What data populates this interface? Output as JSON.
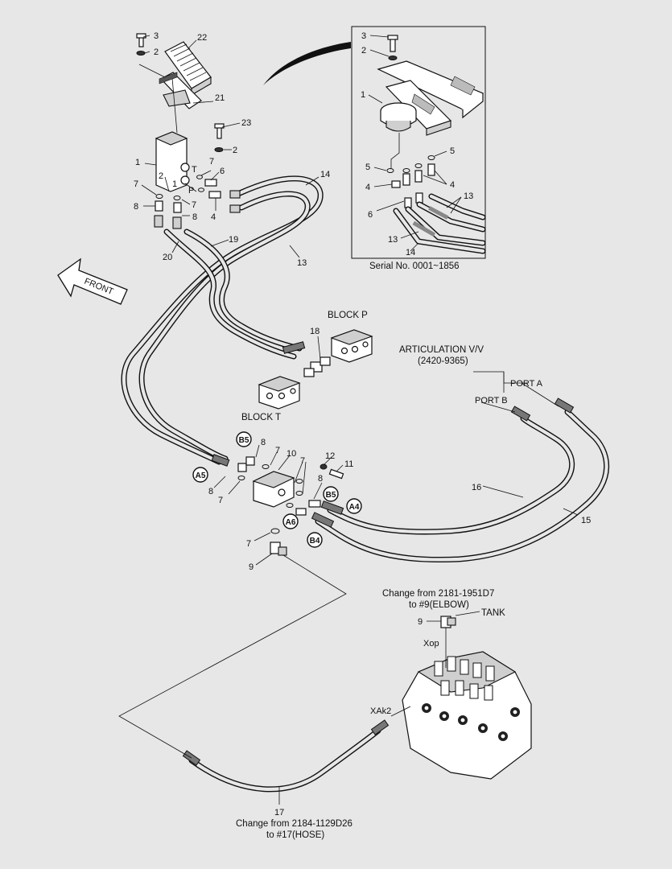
{
  "detail": {
    "caption": "Serial No. 0001~1856",
    "labels": [
      "3",
      "2",
      "1",
      "5",
      "5",
      "4",
      "4",
      "6",
      "13",
      "13",
      "14"
    ]
  },
  "blocks": {
    "block_p": "BLOCK P",
    "block_t": "BLOCK T",
    "port_t": "T",
    "port_p": "P"
  },
  "articulation": {
    "title": "ARTICULATION V/V",
    "part_no": "(2420-9365)",
    "port_a": "PORT A",
    "port_b": "PORT B"
  },
  "front": "FRONT",
  "callouts": {
    "c3": "3",
    "c2a": "2",
    "c22": "22",
    "c21": "21",
    "c23": "23",
    "c2b": "2",
    "c1a": "1",
    "c2c": "2",
    "c7a": "7",
    "c6": "6",
    "c1b": "1",
    "c7b": "7",
    "c7c": "7",
    "c8a": "8",
    "c8b": "8",
    "c4": "4",
    "c14": "14",
    "c19": "19",
    "c20": "20",
    "c13": "13",
    "c18": "18",
    "c8c": "8",
    "c7d": "7",
    "c10": "10",
    "c12": "12",
    "c11": "11",
    "c7e": "7",
    "c8d": "8",
    "c8e": "8",
    "c7f": "7",
    "c16": "16",
    "c15": "15",
    "c7g": "7",
    "c9a": "9",
    "c9b": "9",
    "c17": "17"
  },
  "circled": {
    "b5a": "B5",
    "a5": "A5",
    "b5b": "B5",
    "a4": "A4",
    "a6": "A6",
    "b4": "B4"
  },
  "control_valve": {
    "change_elbow_1": "Change from 2181-1951D7",
    "change_elbow_2": "to #9(ELBOW)",
    "tank": "TANK",
    "xop": "Xop",
    "xak2": "XAk2"
  },
  "hose_note": {
    "line1": "Change from 2184-1129D26",
    "line2": "to #17(HOSE)"
  }
}
